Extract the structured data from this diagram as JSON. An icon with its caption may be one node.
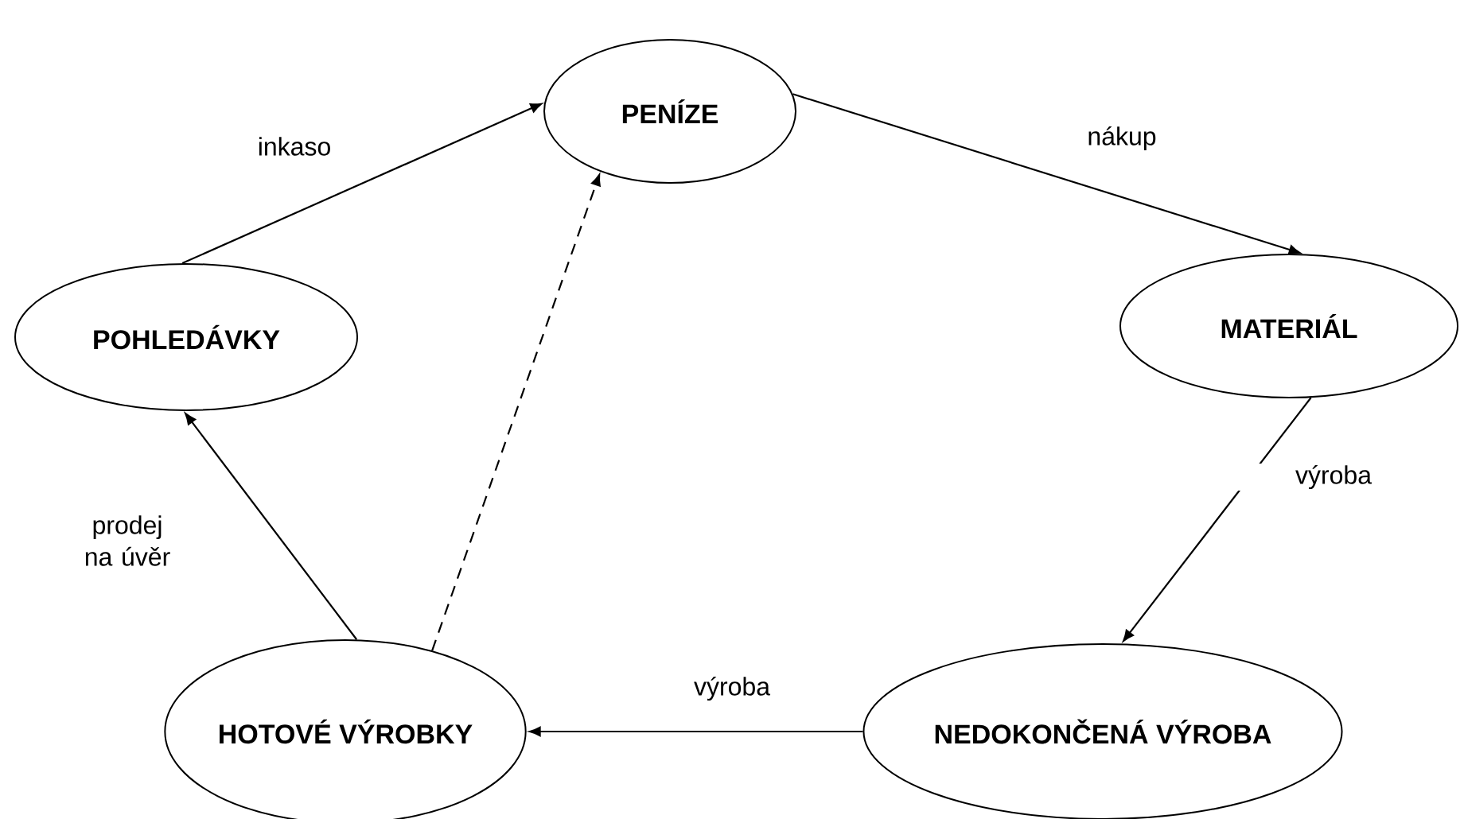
{
  "diagram": {
    "nodes": [
      {
        "text": [
          "PENÍZE"
        ]
      },
      {
        "text": [
          "MATERIÁL"
        ]
      },
      {
        "text": [
          "NEDOKONČENÁ VÝROBA"
        ]
      },
      {
        "text": [
          "HOTOVÉ VÝROBKY"
        ]
      },
      {
        "text": [
          "POHLEDÁVKY"
        ]
      }
    ],
    "edges": [
      {
        "from": 4,
        "to": 0,
        "arrow": "to",
        "label": "inkaso"
      },
      {
        "from": 0,
        "to": 1,
        "arrow": "to",
        "label": "nákup"
      },
      {
        "from": 1,
        "to": 2,
        "arrow": "to",
        "label": "výroba"
      },
      {
        "from": 2,
        "to": 3,
        "arrow": "to",
        "label": "výroba"
      },
      {
        "from": 3,
        "to": 4,
        "arrow": "to",
        "label": "prodej na úvěr"
      },
      {
        "from": 3,
        "to": 0,
        "arrow": "to",
        "style": "dashed"
      }
    ]
  }
}
